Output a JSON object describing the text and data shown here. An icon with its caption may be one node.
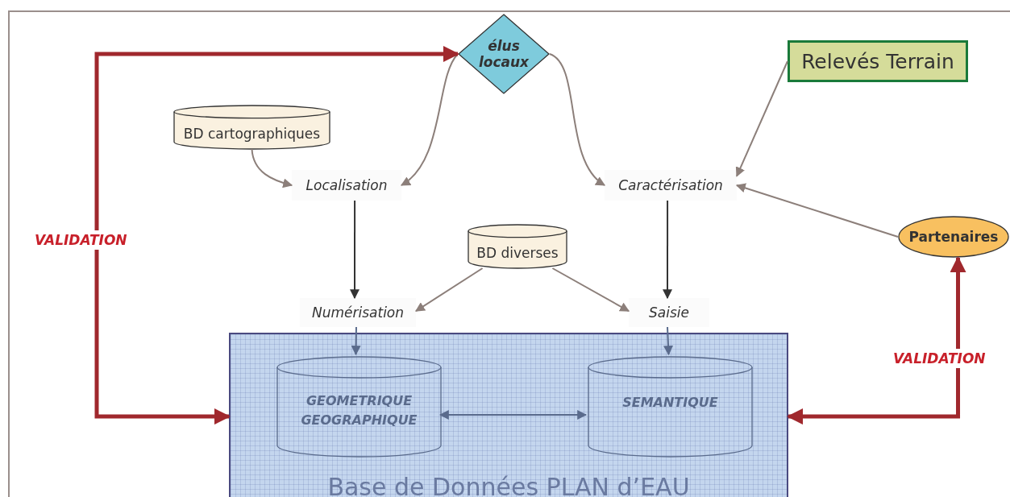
{
  "diagram": {
    "nodes": [
      {
        "text": [
          "élus locaux"
        ]
      },
      {
        "text": [
          "Relevés Terrain"
        ]
      },
      {
        "text": [
          "BD cartographiques"
        ]
      },
      {
        "text": [
          "Localisation"
        ]
      },
      {
        "text": [
          "Caractérisation"
        ]
      },
      {
        "text": [
          "BD diverses"
        ]
      },
      {
        "text": [
          "Partenaires"
        ]
      },
      {
        "text": [
          "Numérisation"
        ]
      },
      {
        "text": [
          "Saisie"
        ]
      },
      {
        "text": [
          "Base de Données PLAN d’EAU"
        ]
      },
      {
        "text": [
          "GEOMETRIQUE GEOGRAPHIQUE"
        ],
        "in": 9
      },
      {
        "text": [
          "SEMANTIQUE"
        ],
        "in": 9
      }
    ],
    "edges": [
      {
        "from": 0,
        "to": 3,
        "arrow": "to"
      },
      {
        "from": 0,
        "to": 4,
        "arrow": "to"
      },
      {
        "from": 2,
        "to": 3,
        "arrow": "to"
      },
      {
        "from": 1,
        "to": 4,
        "arrow": "to"
      },
      {
        "from": 6,
        "to": 4,
        "arrow": "to"
      },
      {
        "from": 3,
        "to": 7,
        "arrow": "to",
        "color": "#333333"
      },
      {
        "from": 4,
        "to": 8,
        "arrow": "to",
        "color": "#333333"
      },
      {
        "from": 5,
        "to": 7,
        "arrow": "to"
      },
      {
        "from": 5,
        "to": 8,
        "arrow": "to"
      },
      {
        "from": 7,
        "to": 10,
        "arrow": "to",
        "color": "#5a6b8c"
      },
      {
        "from": 8,
        "to": 11,
        "arrow": "to",
        "color": "#5a6b8c"
      },
      {
        "from": 10,
        "to": 11,
        "arrow": "both",
        "color": "#5a6b8c"
      },
      {
        "from": 9,
        "to": 0,
        "arrow": "both",
        "label": "VALIDATION",
        "style": "thick",
        "color": "#a0282d"
      },
      {
        "from": 9,
        "to": 6,
        "arrow": "both",
        "label": "VALIDATION",
        "style": "thick",
        "color": "#a0282d"
      }
    ]
  }
}
